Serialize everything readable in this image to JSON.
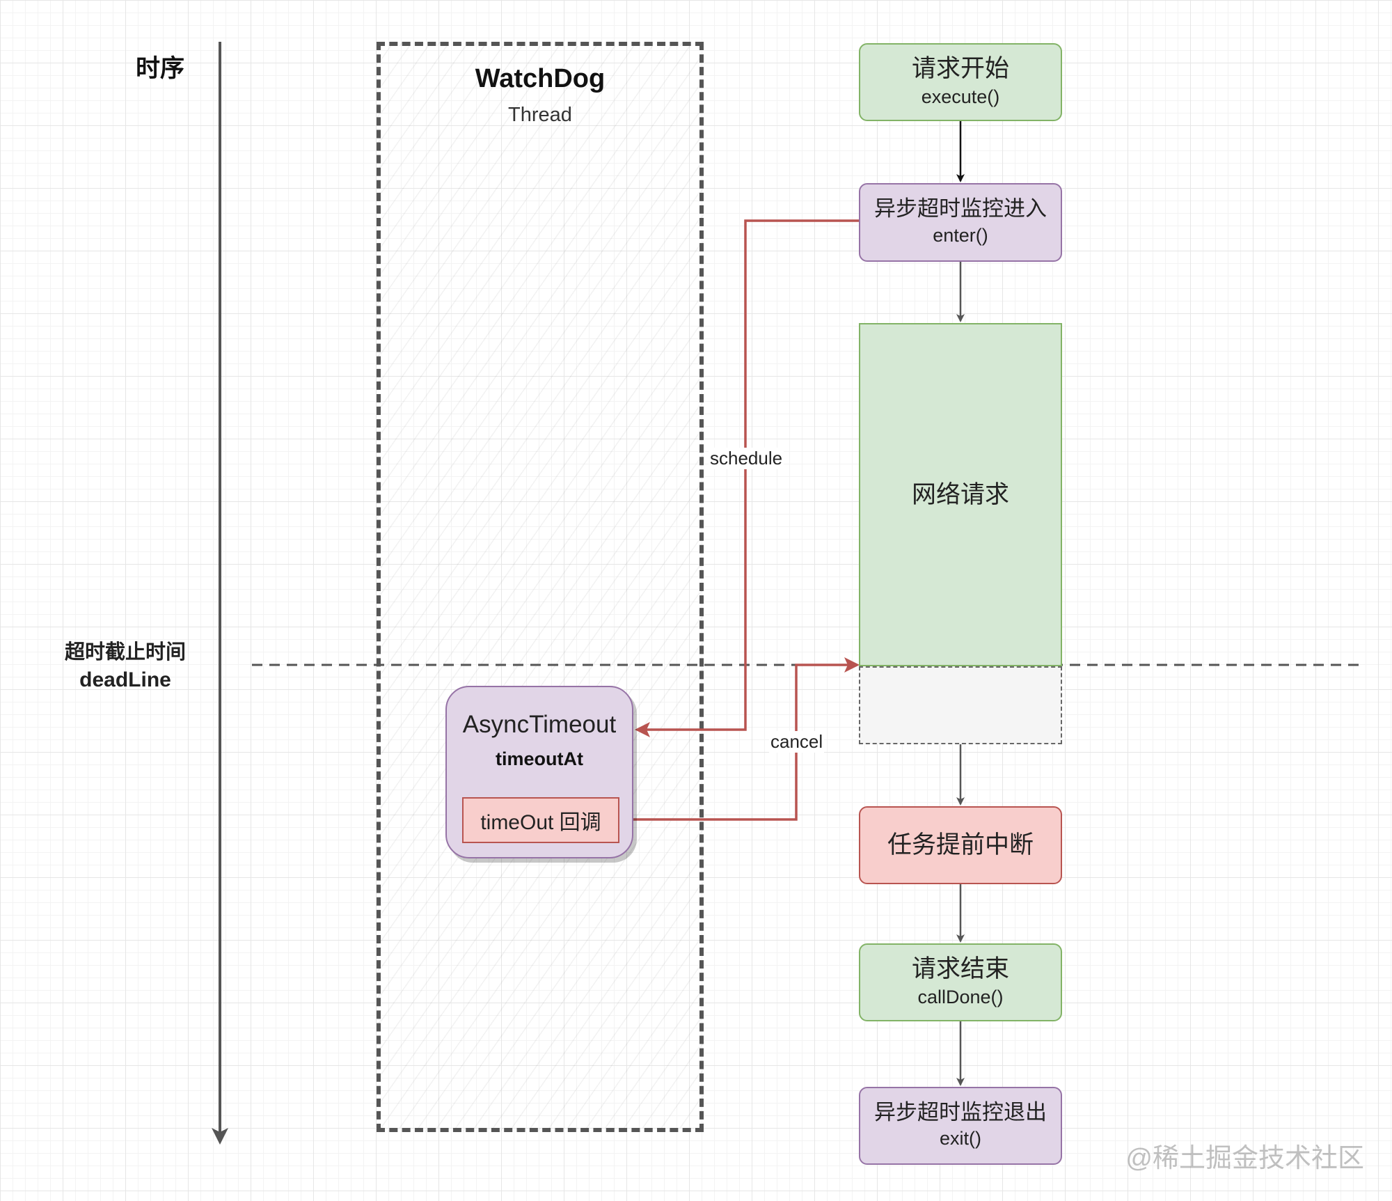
{
  "timeline": {
    "label": "时序"
  },
  "deadline": {
    "label_cn": "超时截止时间",
    "label_en": "deadLine"
  },
  "watchdog": {
    "title": "WatchDog",
    "subtitle": "Thread"
  },
  "async_timeout": {
    "title": "AsyncTimeout",
    "field": "timeoutAt",
    "callback": "timeOut 回调"
  },
  "flow": {
    "request_start": {
      "title": "请求开始",
      "call": "execute()"
    },
    "enter": {
      "title": "异步超时监控进入",
      "call": "enter()"
    },
    "network": {
      "title": "网络请求"
    },
    "interrupt": {
      "title": "任务提前中断"
    },
    "request_end": {
      "title": "请求结束",
      "call": "callDone()"
    },
    "exit": {
      "title": "异步超时监控退出",
      "call": "exit()"
    }
  },
  "edges": {
    "schedule": "schedule",
    "cancel": "cancel"
  },
  "watermark": "@稀土掘金技术社区",
  "colors": {
    "green_fill": "#d5e8d4",
    "green_stroke": "#82b366",
    "purple_fill": "#e1d5e7",
    "purple_stroke": "#9673a6",
    "red_fill": "#f8cecc",
    "red_stroke": "#b85450",
    "edge_red": "#b85450"
  }
}
